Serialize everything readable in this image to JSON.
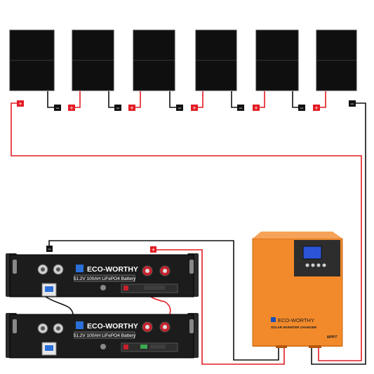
{
  "panels": {
    "count": 6,
    "color": "#111111",
    "terminals": {
      "positive": "+",
      "negative": "−"
    }
  },
  "battery": {
    "brand": "ECO-WORTHY",
    "model": "51.2V 100AH LiFePO4 Battery",
    "count": 2,
    "case_color": "#1c1c1c"
  },
  "inverter": {
    "brand": "ECO-WORTHY",
    "subtitle": "SOLAR INVERTER CHARGER",
    "tag": "MPPT",
    "body_color": "#f28a2b"
  },
  "wiring": {
    "positive_color": "#e21b23",
    "negative_color": "#111111",
    "positive_symbol": "+",
    "negative_symbol": "−"
  }
}
